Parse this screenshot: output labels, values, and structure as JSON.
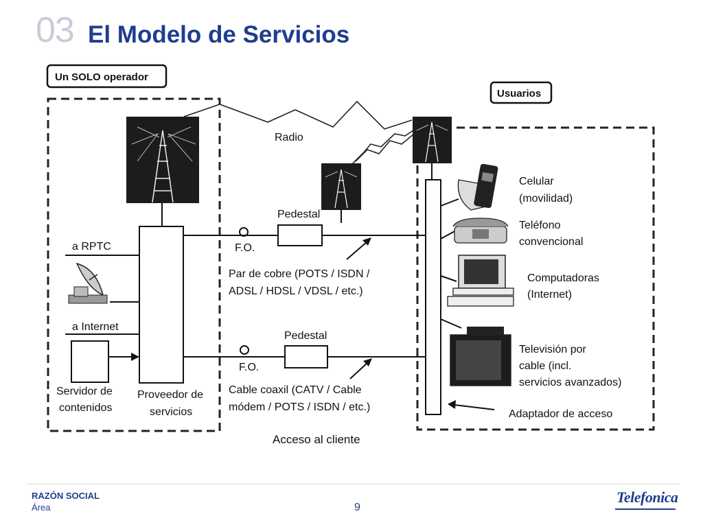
{
  "header": {
    "section_number": "03",
    "title": "El Modelo de Servicios"
  },
  "diagram": {
    "operator_box": "Un SOLO operador",
    "users_box": "Usuarios",
    "radio": "Radio",
    "pedestal_top": "Pedestal",
    "pedestal_bottom": "Pedestal",
    "fo_top": "F.O.",
    "fo_bottom": "F.O.",
    "a_rptc": "a RPTC",
    "a_internet": "a Internet",
    "copper_line1": "Par de cobre (POTS / ISDN /",
    "copper_line2": "ADSL / HDSL / VDSL / etc.)",
    "coax_line1": "Cable coaxil (CATV / Cable",
    "coax_line2": "módem / POTS / ISDN / etc.)",
    "server_line1": "Servidor de",
    "server_line2": "contenidos",
    "provider_line1": "Proveedor de",
    "provider_line2": "servicios",
    "access": "Acceso al cliente",
    "cell_line1": "Celular",
    "cell_line2": "(movilidad)",
    "phone_line1": "Teléfono",
    "phone_line2": "convencional",
    "computer_line1": "Computadoras",
    "computer_line2": "(Internet)",
    "tv_line1": "Televisión por",
    "tv_line2": "cable (incl.",
    "tv_line3": "servicios avanzados)",
    "adapter": "Adaptador de acceso"
  },
  "footer": {
    "company": "RAZÓN SOCIAL",
    "area": "Área",
    "page": "9",
    "logo": "Telefonica"
  }
}
